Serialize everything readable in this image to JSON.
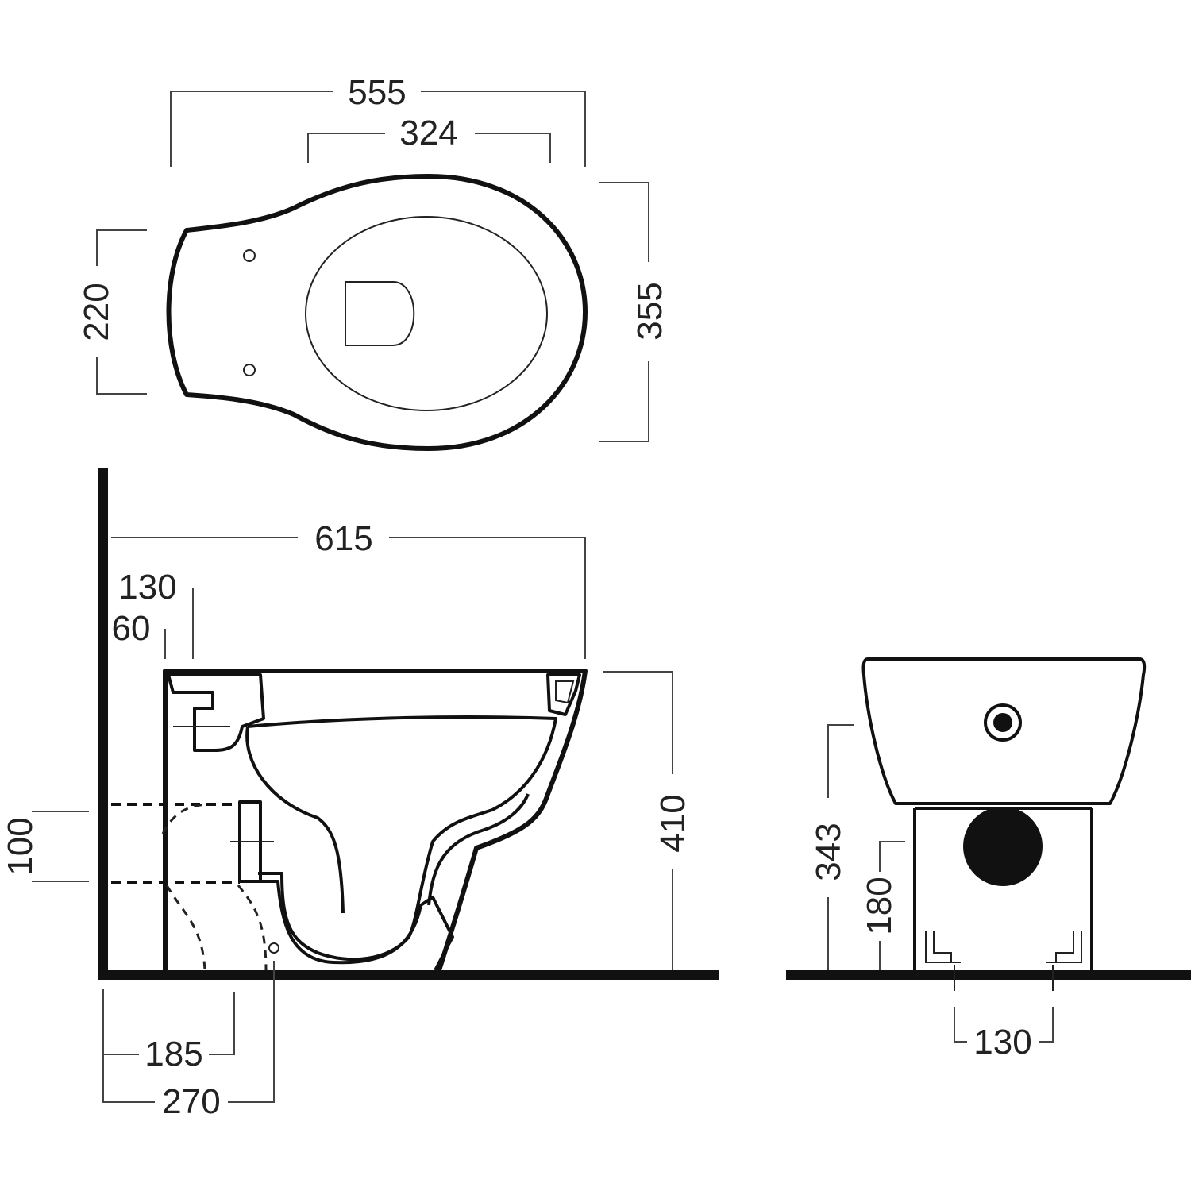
{
  "dimensions": {
    "top_width_overall": "555",
    "top_inner_width": "324",
    "top_rear_height": "220",
    "top_depth": "355",
    "side_length": "615",
    "side_outlet_130": "130",
    "side_outlet_60": "60",
    "side_inlet_height": "100",
    "side_height": "410",
    "side_bottom_185": "185",
    "side_bottom_270": "270",
    "front_height_343": "343",
    "front_height_180": "180",
    "front_fixing_130": "130"
  },
  "colors": {
    "ink": "#111111",
    "dimension_line": "#444444",
    "background": "#ffffff"
  }
}
